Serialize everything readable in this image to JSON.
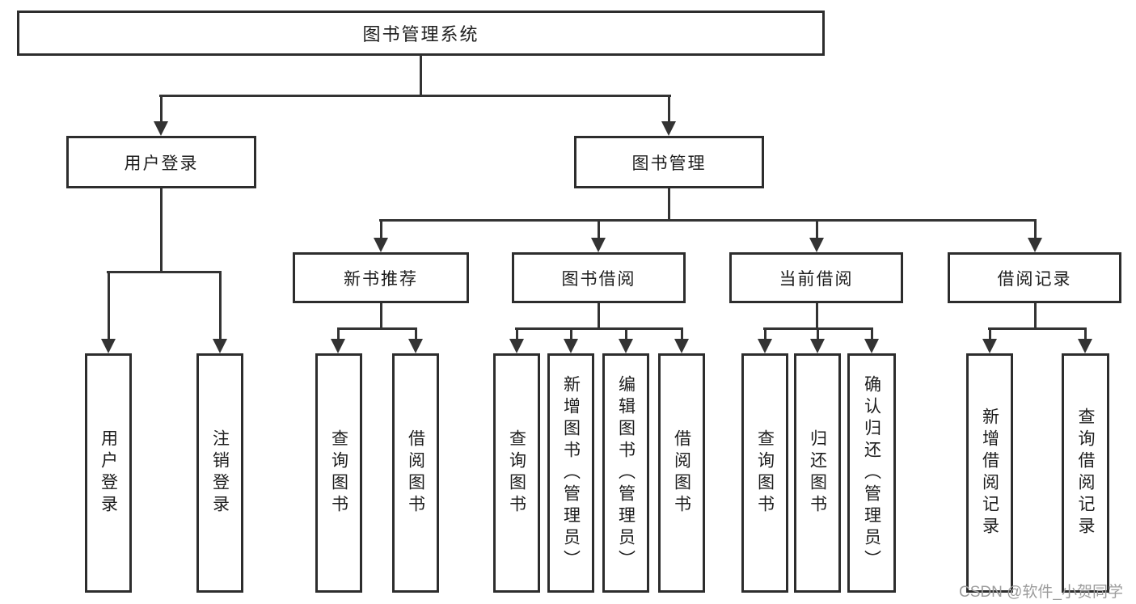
{
  "title": "图书管理系统",
  "watermark": {
    "text": "CSDN @软件_小贺同学"
  },
  "colors": {
    "line": "#333333",
    "border": "#2d2d2d",
    "text": "#1d1d1d",
    "watermark": "#9c9c9c",
    "background": "#ffffff"
  },
  "nodes": [
    {
      "id": "root",
      "label": "图书管理系统",
      "parent": null
    },
    {
      "id": "user-login",
      "label": "用户登录",
      "parent": "图书管理系统"
    },
    {
      "id": "book-management",
      "label": "图书管理",
      "parent": "图书管理系统"
    },
    {
      "id": "new-book-recommend",
      "label": "新书推荐",
      "parent": "图书管理"
    },
    {
      "id": "book-borrowing",
      "label": "图书借阅",
      "parent": "图书管理"
    },
    {
      "id": "current-borrowing",
      "label": "当前借阅",
      "parent": "图书管理"
    },
    {
      "id": "borrowing-records",
      "label": "借阅记录",
      "parent": "图书管理"
    },
    {
      "id": "user-login-action",
      "label": "用户登录",
      "parent": "用户登录"
    },
    {
      "id": "logout-action",
      "label": "注销登录",
      "parent": "用户登录"
    },
    {
      "id": "search-books-recommend",
      "label": "查询图书",
      "parent": "新书推荐"
    },
    {
      "id": "borrow-books-recommend",
      "label": "借阅图书",
      "parent": "新书推荐"
    },
    {
      "id": "search-books-borrow",
      "label": "查询图书",
      "parent": "图书借阅"
    },
    {
      "id": "add-books-admin",
      "label": "新增图书（管理员）",
      "parent": "图书借阅"
    },
    {
      "id": "edit-books-admin",
      "label": "编辑图书（管理员）",
      "parent": "图书借阅"
    },
    {
      "id": "borrow-books-borrow",
      "label": "借阅图书",
      "parent": "图书借阅"
    },
    {
      "id": "search-books-current",
      "label": "查询图书",
      "parent": "当前借阅"
    },
    {
      "id": "return-books",
      "label": "归还图书",
      "parent": "当前借阅"
    },
    {
      "id": "confirm-return-admin",
      "label": "确认归还（管理员）",
      "parent": "当前借阅"
    },
    {
      "id": "add-borrow-record",
      "label": "新增借阅记录",
      "parent": "借阅记录"
    },
    {
      "id": "search-borrow-record",
      "label": "查询借阅记录",
      "parent": "借阅记录"
    }
  ]
}
